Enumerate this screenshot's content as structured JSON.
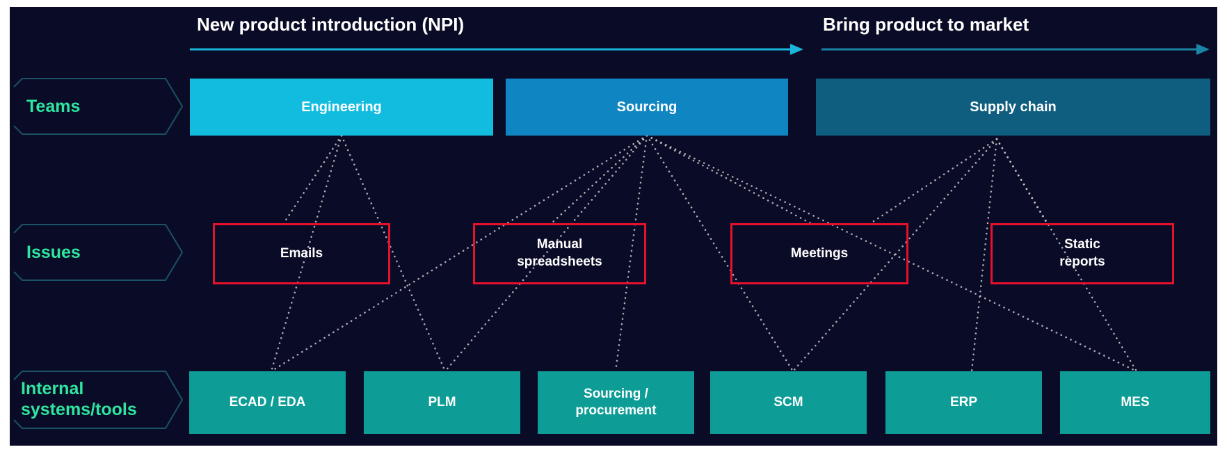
{
  "colors": {
    "frame": "#ffffff",
    "background": "#0a0b26",
    "engineering_box": "#12bcdf",
    "sourcing_box": "#0f86c2",
    "supply_chain_box": "#0f5e7f",
    "systems_box": "#0d9d96",
    "issue_border": "#e8112d",
    "label_green": "#2ee6a0",
    "chevron_stroke": "#1b5265",
    "dotted_line": "#cac8c8",
    "arrow_npi": "#1ab7dd",
    "arrow_market": "#1b84a7",
    "box_text": "#ffffff",
    "title_text": "#ffffff"
  },
  "phases": {
    "npi": {
      "label": "New product introduction (NPI)"
    },
    "market": {
      "label": "Bring product to market"
    }
  },
  "rows": {
    "teams": {
      "label": "Teams",
      "items": [
        {
          "label": "Engineering"
        },
        {
          "label": "Sourcing"
        },
        {
          "label": "Supply chain"
        }
      ]
    },
    "issues": {
      "label": "Issues",
      "items": [
        {
          "label": "Emails"
        },
        {
          "label": "Manual\nspreadsheets"
        },
        {
          "label": "Meetings"
        },
        {
          "label": "Static\nreports"
        }
      ]
    },
    "systems": {
      "label": "Internal\nsystems/tools",
      "items": [
        {
          "label": "ECAD / EDA"
        },
        {
          "label": "PLM"
        },
        {
          "label": "Sourcing /\nprocurement"
        },
        {
          "label": "SCM"
        },
        {
          "label": "ERP"
        },
        {
          "label": "MES"
        }
      ]
    }
  },
  "connections": [
    {
      "from": "engineering",
      "to": "emails"
    },
    {
      "from": "engineering",
      "to": "ecad-eda"
    },
    {
      "from": "engineering",
      "to": "plm"
    },
    {
      "from": "sourcing",
      "to": "ecad-eda"
    },
    {
      "from": "sourcing",
      "to": "plm"
    },
    {
      "from": "sourcing",
      "to": "manual-spreadsheets"
    },
    {
      "from": "sourcing",
      "to": "sourcing-procurement"
    },
    {
      "from": "sourcing",
      "to": "meetings"
    },
    {
      "from": "sourcing",
      "to": "scm"
    },
    {
      "from": "sourcing",
      "to": "mes"
    },
    {
      "from": "supply-chain",
      "to": "meetings-right"
    },
    {
      "from": "supply-chain",
      "to": "scm"
    },
    {
      "from": "supply-chain",
      "to": "erp"
    },
    {
      "from": "supply-chain",
      "to": "static-reports"
    },
    {
      "from": "supply-chain",
      "to": "mes"
    }
  ]
}
